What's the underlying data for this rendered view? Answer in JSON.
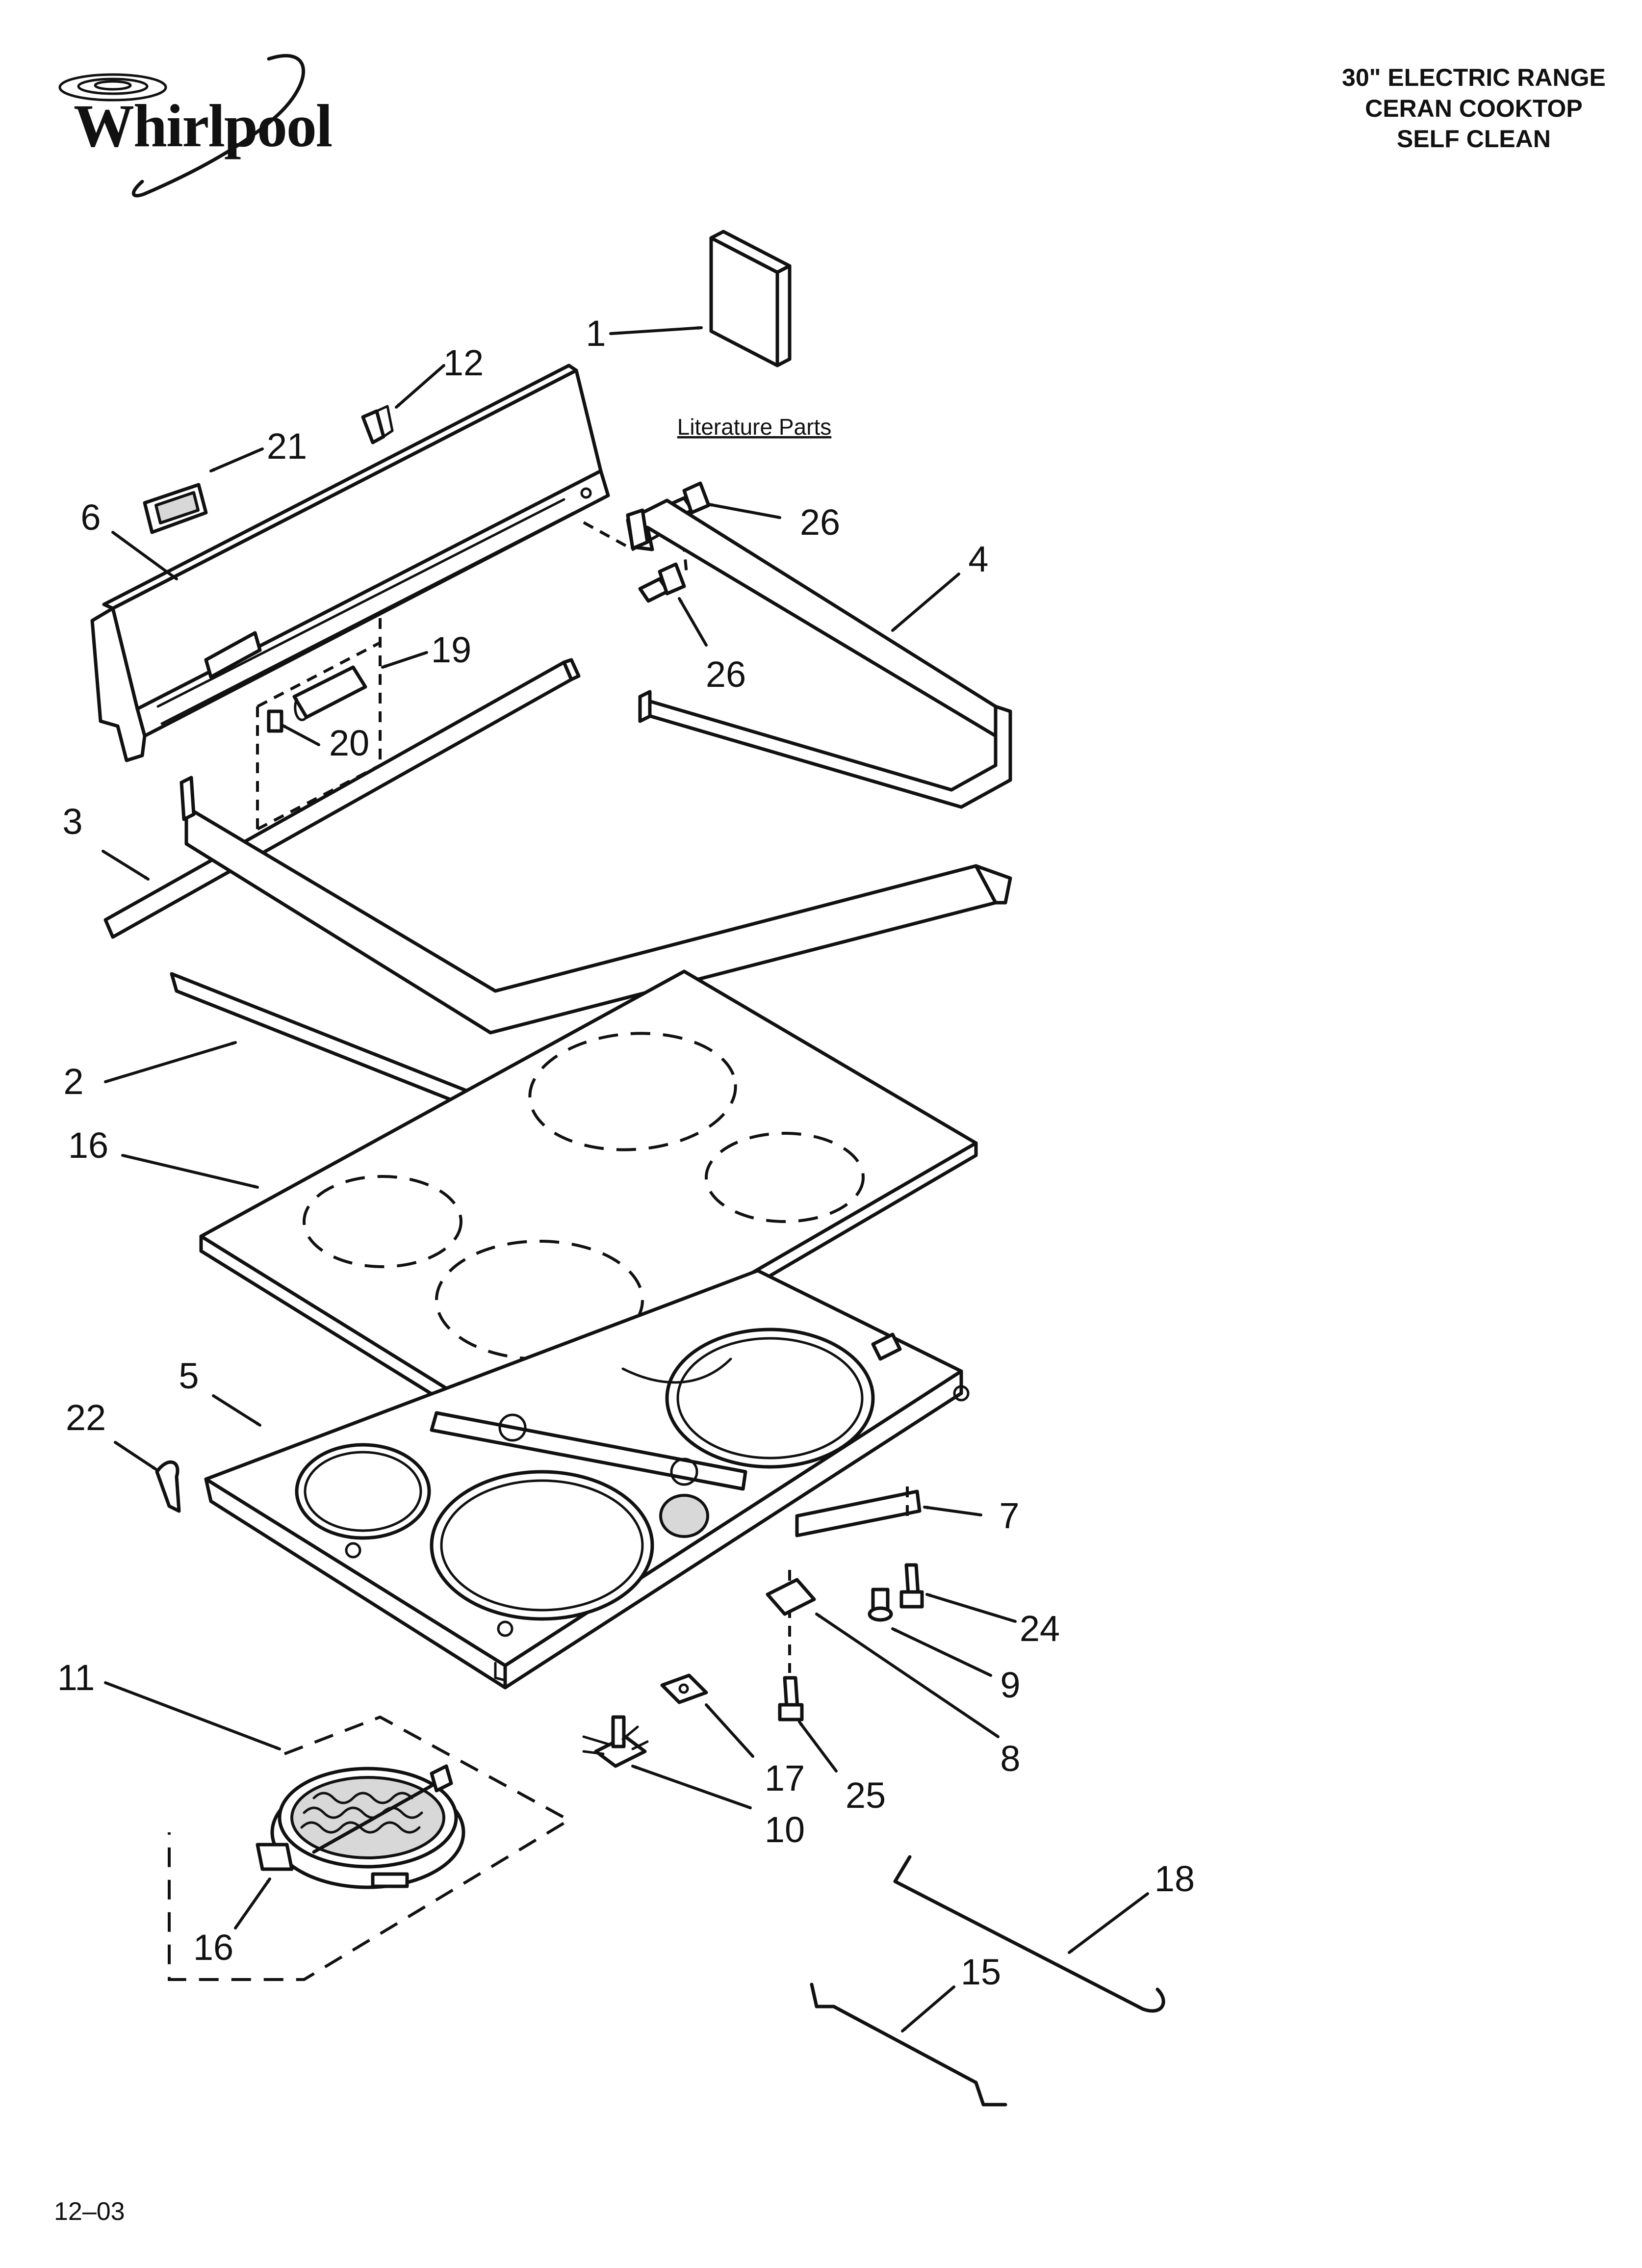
{
  "brand": {
    "name": "Whirlpool"
  },
  "header": {
    "line1": "30\" ELECTRIC RANGE",
    "line2": "CERAN COOKTOP",
    "line3": "SELF CLEAN"
  },
  "literature_label": "Literature Parts",
  "date_code": "12–03",
  "callouts": {
    "c1": "1",
    "c2": "2",
    "c3": "3",
    "c4": "4",
    "c5": "5",
    "c6": "6",
    "c7": "7",
    "c8": "8",
    "c9": "9",
    "c10": "10",
    "c11": "11",
    "c12": "12",
    "c15": "15",
    "c16a": "16",
    "c16b": "16",
    "c17": "17",
    "c18": "18",
    "c19": "19",
    "c20": "20",
    "c21": "21",
    "c22": "22",
    "c24": "24",
    "c25": "25",
    "c26a": "26",
    "c26b": "26"
  }
}
